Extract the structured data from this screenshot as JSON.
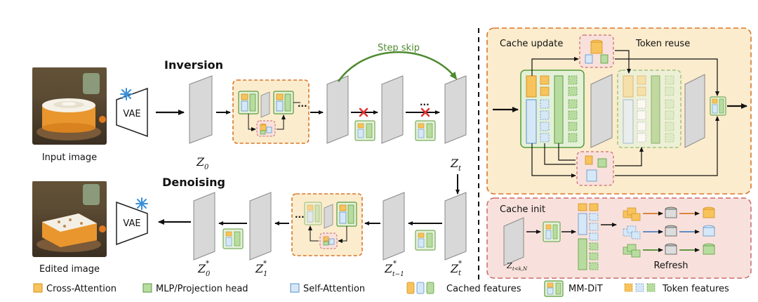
{
  "pipeline": {
    "inversion_title": "Inversion",
    "denoising_title": "Denoising",
    "step_skip": "Step skip",
    "input_caption": "Input image",
    "edited_caption": "Edited image",
    "vae_label": "VAE",
    "ellipsis": "...",
    "top_latents": {
      "z0": {
        "base": "Z",
        "sub": "0"
      },
      "zt": {
        "base": "Z",
        "sub": "t"
      }
    },
    "bottom_latents": {
      "z0s": {
        "base": "Z",
        "sub": "0",
        "sup": "*"
      },
      "z1s": {
        "base": "Z",
        "sub": "1",
        "sup": "*"
      },
      "zt1s": {
        "base": "Z",
        "sub": "t−1",
        "sup": "*"
      },
      "zts": {
        "base": "Z",
        "sub": "t",
        "sup": "*"
      }
    }
  },
  "detail": {
    "cache_update": "Cache update",
    "token_reuse": "Token reuse",
    "cache_init": "Cache init",
    "refresh": "Refresh",
    "latent": {
      "base": "Z",
      "sub": "t<k,N"
    }
  },
  "legend": {
    "cross_attention": "Cross-Attention",
    "mlp_projection": "MLP/Projection head",
    "self_attention": "Self-Attention",
    "cached_features": "Cached features",
    "mmdit": "MM-DiT",
    "token_features": "Token features"
  },
  "colors": {
    "orange_fill": "#f7c35c",
    "orange_stroke": "#d4901e",
    "green_fill": "#b8dca0",
    "green_stroke": "#5a9a3c",
    "blue_fill": "#d6e8f7",
    "blue_stroke": "#5b8fc7",
    "panel_orange_bg": "#fbeccd",
    "panel_orange_border": "#d9772a",
    "panel_pink_bg": "#f8e1dc",
    "panel_pink_border": "#c96a6a",
    "step_skip_green": "#4e8a2e",
    "cross_red": "#e03030"
  }
}
